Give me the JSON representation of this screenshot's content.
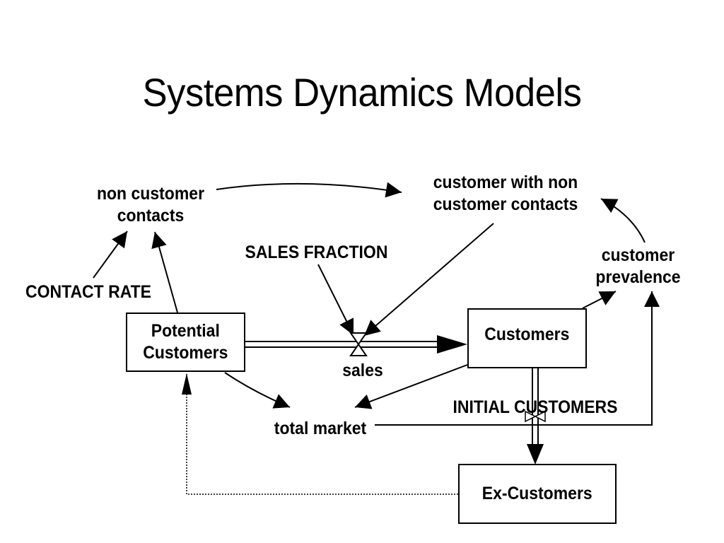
{
  "title": "Systems Dynamics Models",
  "stocks": {
    "potential_customers": "Potential\nCustomers",
    "customers": "Customers",
    "ex_customers": "Ex-Customers"
  },
  "variables": {
    "non_customer_contacts": "non customer\ncontacts",
    "customer_with_non_customer_contacts": "customer with non\ncustomer contacts",
    "sales_fraction": "SALES FRACTION",
    "contact_rate": "CONTACT RATE",
    "customer_prevalence": "customer\nprevalence",
    "sales": "sales",
    "total_market": "total market",
    "initial_customers": "INITIAL CUSTOMERS"
  },
  "links": [
    {
      "from": "contact_rate",
      "to": "non_customer_contacts",
      "style": "solid"
    },
    {
      "from": "potential_customers",
      "to": "non_customer_contacts",
      "style": "solid"
    },
    {
      "from": "non_customer_contacts",
      "to": "customer_with_non_customer_contacts",
      "style": "solid"
    },
    {
      "from": "customer_with_non_customer_contacts",
      "to": "sales",
      "style": "solid"
    },
    {
      "from": "sales_fraction",
      "to": "sales",
      "style": "solid"
    },
    {
      "from": "customer_prevalence",
      "to": "customer_with_non_customer_contacts",
      "style": "solid"
    },
    {
      "from": "customers",
      "to": "customer_prevalence",
      "style": "solid"
    },
    {
      "from": "total_market",
      "to": "customer_prevalence",
      "style": "solid"
    },
    {
      "from": "potential_customers",
      "to": "total_market",
      "style": "solid"
    },
    {
      "from": "customers",
      "to": "total_market",
      "style": "solid"
    },
    {
      "from": "ex_customers",
      "to": "potential_customers",
      "style": "dotted"
    }
  ],
  "flows": [
    {
      "from": "potential_customers",
      "to": "customers",
      "rate": "sales"
    },
    {
      "from": "customers",
      "to": "ex_customers",
      "rate": ""
    }
  ],
  "colors": {
    "ink": "#000000",
    "background": "#ffffff"
  }
}
